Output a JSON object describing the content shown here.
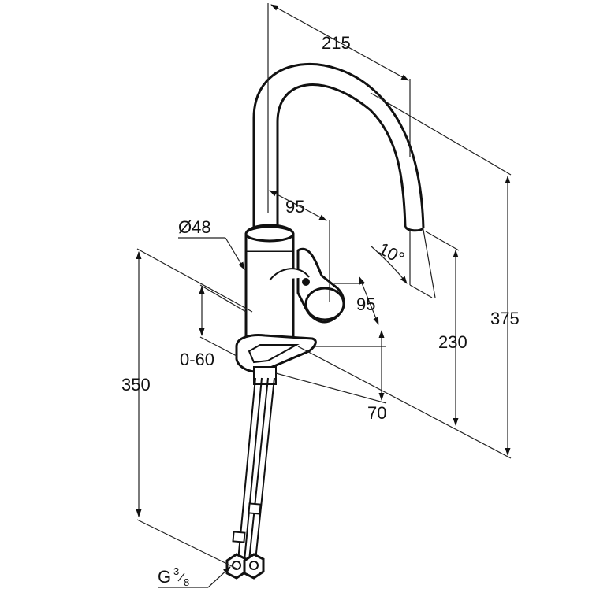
{
  "dimensions": {
    "spout_reach": "215",
    "spout_height": "230",
    "total_height": "375",
    "body_diameter": "Ø48",
    "lever_reach_top": "95",
    "lever_reach_side": "95",
    "base_offset": "70",
    "deck_thickness": "0-60",
    "hose_length": "350",
    "spout_angle": "10°"
  },
  "connection": {
    "thread_main": "G",
    "thread_num": "3",
    "thread_den": "8"
  }
}
